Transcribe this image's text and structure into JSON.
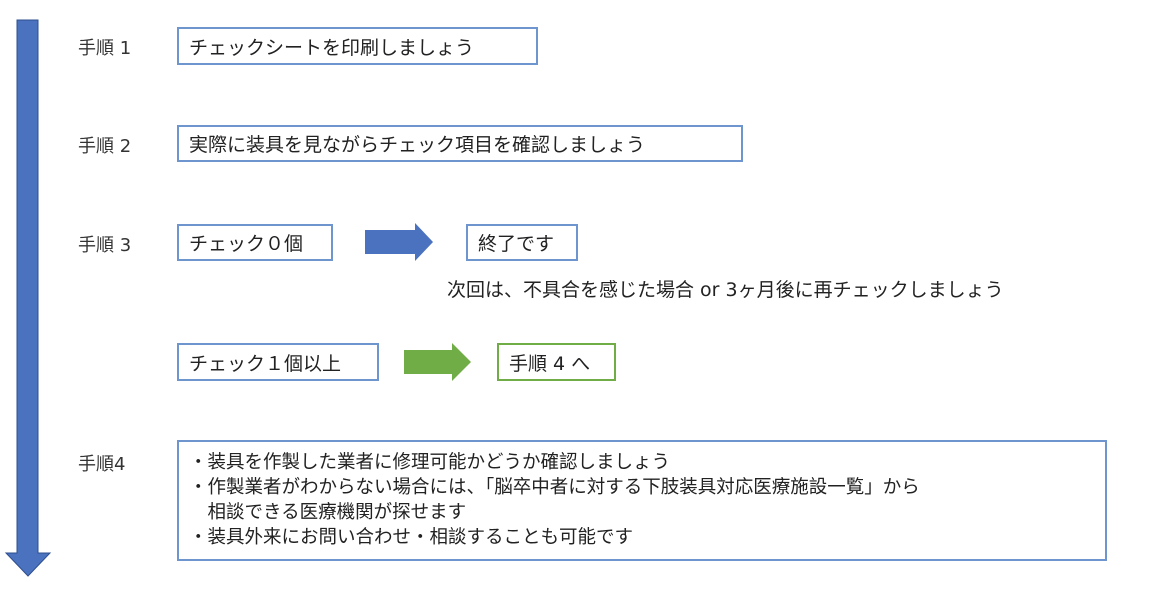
{
  "colors": {
    "flow_arrow": "#4A72BE",
    "box_border": "#6E95CE",
    "green": "#70AD47"
  },
  "steps": {
    "step1": {
      "label": "手順 1",
      "text": "チェックシートを印刷しましょう"
    },
    "step2": {
      "label": "手順 2",
      "text": "実際に装具を見ながらチェック項目を確認しましょう"
    },
    "step3": {
      "label": "手順 3",
      "zero": "チェック０個",
      "end": "終了です",
      "note": "次回は、不具合を感じた場合 or 3ヶ月後に再チェックしましょう",
      "one_plus": "チェック１個以上",
      "goto": "手順 4 へ"
    },
    "step4": {
      "label": "手順4",
      "lines": [
        "・装具を作製した業者に修理可能かどうか確認しましょう",
        "・作製業者がわからない場合には、「脳卒中者に対する下肢装具対応医療施設一覧」から",
        "　相談できる医療機関が探せます",
        "・装具外来にお問い合わせ・相談することも可能です"
      ]
    }
  }
}
